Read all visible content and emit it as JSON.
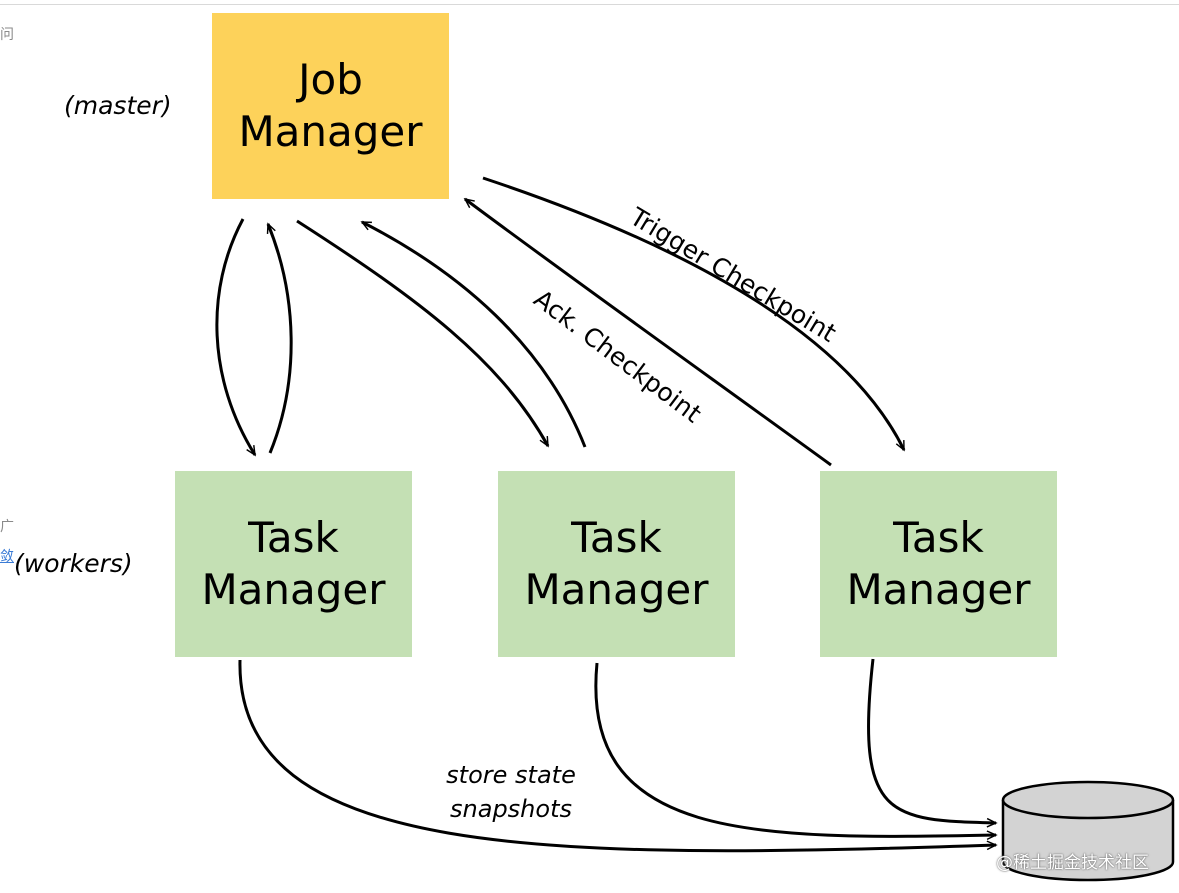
{
  "job_manager": {
    "label": "Job\nManager",
    "fill": "#fdd25a"
  },
  "task_managers": [
    {
      "label": "Task\nManager",
      "fill": "#c4e0b4"
    },
    {
      "label": "Task\nManager",
      "fill": "#c4e0b4"
    },
    {
      "label": "Task\nManager",
      "fill": "#c4e0b4"
    }
  ],
  "roles": {
    "master": "(master)",
    "workers": "(workers)"
  },
  "edge_labels": {
    "trigger": "Trigger Checkpoint",
    "ack": "Ack. Checkpoint",
    "store": "store state\nsnapshots"
  },
  "storage": {
    "fill": "#d3d3d3",
    "icon": "database-cylinder-icon"
  },
  "watermark": "@稀土掘金技术社区",
  "left_fragments": {
    "top": "问",
    "mid": "广",
    "link": "敛"
  }
}
